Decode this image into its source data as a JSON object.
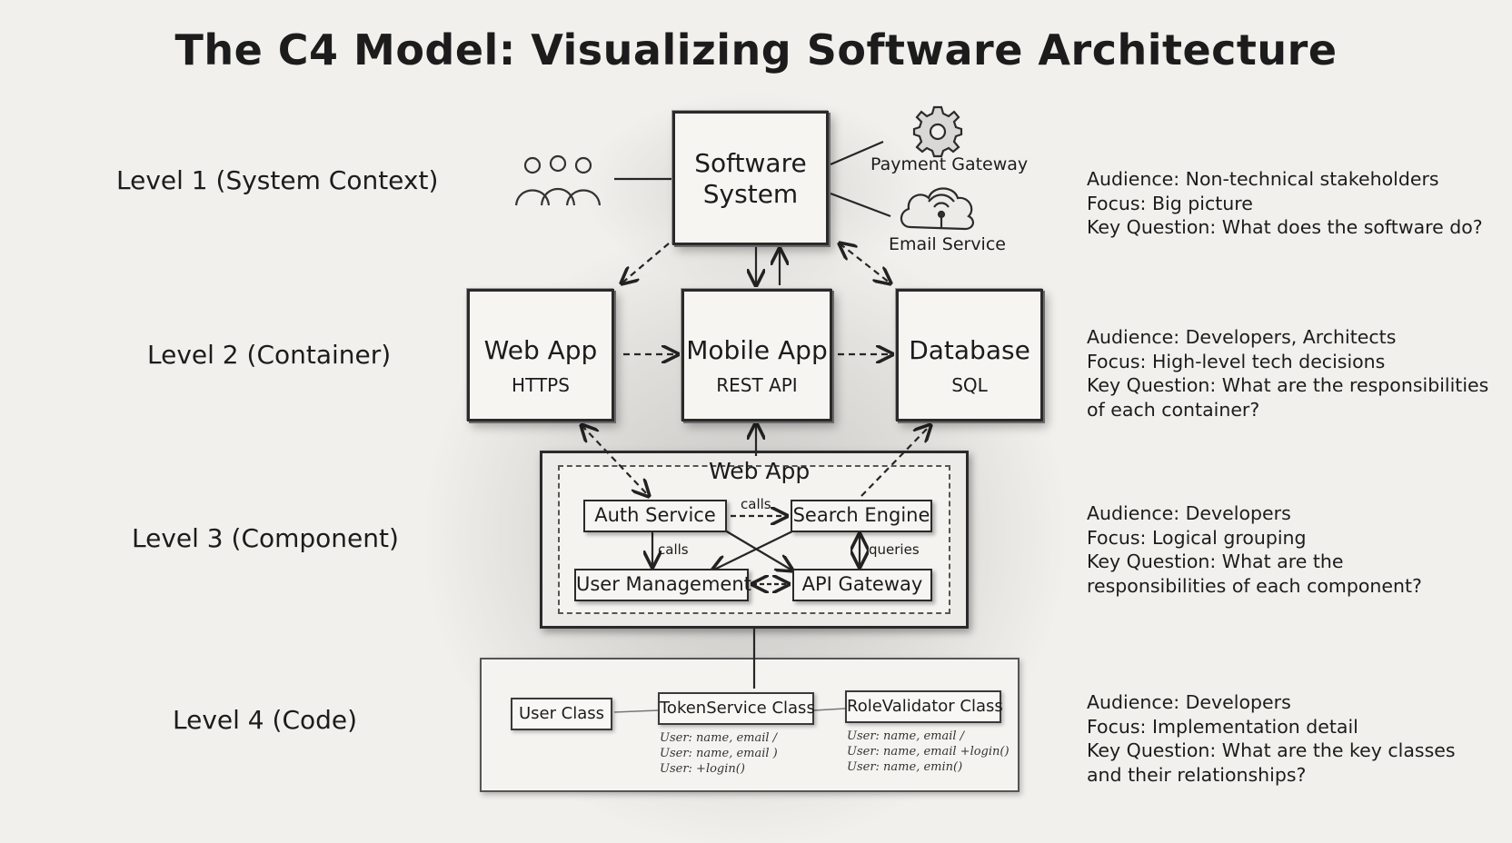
{
  "title": "The C4 Model: Visualizing Software Architecture",
  "levels": [
    {
      "label": "Level 1 (System Context)",
      "notes": [
        "Audience: Non-technical stakeholders",
        "Focus: Big picture",
        "Key Question: What does the software do?"
      ]
    },
    {
      "label": "Level 2 (Container)",
      "notes": [
        "Audience: Developers, Architects",
        "Focus: High-level tech decisions",
        "Key Question: What are the responsibilities",
        "of each container?"
      ]
    },
    {
      "label": "Level 3 (Component)",
      "notes": [
        "Audience: Developers",
        "Focus: Logical grouping",
        "Key Question: What are the",
        "responsibilities of each component?"
      ]
    },
    {
      "label": "Level 4 (Code)",
      "notes": [
        "Audience: Developers",
        "Focus: Implementation detail",
        "Key Question: What are the key classes",
        "and their relationships?"
      ]
    }
  ],
  "context": {
    "system_line1": "Software",
    "system_line2": "System",
    "payment": "Payment Gateway",
    "email": "Email Service",
    "users_icon": "users-icon",
    "gear_icon": "gear-icon",
    "cloud_icon": "cloud-icon"
  },
  "containers": [
    {
      "name": "Web App",
      "tech": "HTTPS"
    },
    {
      "name": "Mobile App",
      "tech": "REST API"
    },
    {
      "name": "Database",
      "tech": "SQL"
    }
  ],
  "component_view": {
    "title": "Web App",
    "auth": "Auth Service",
    "search": "Search Engine",
    "user_mgmt": "User Management",
    "api_gateway": "API Gateway",
    "calls_top": "calls",
    "calls_left": "calls",
    "queries": "queries"
  },
  "code_view": {
    "user_class": "User Class",
    "token_class": "TokenService Class",
    "role_class": "RoleValidator Class",
    "token_attrs": [
      "User: name, email /",
      "User: name, email )",
      "User: +login()"
    ],
    "role_attrs": [
      "User: name, email /",
      "User: name, email +login()",
      "User: name, emin()"
    ]
  }
}
